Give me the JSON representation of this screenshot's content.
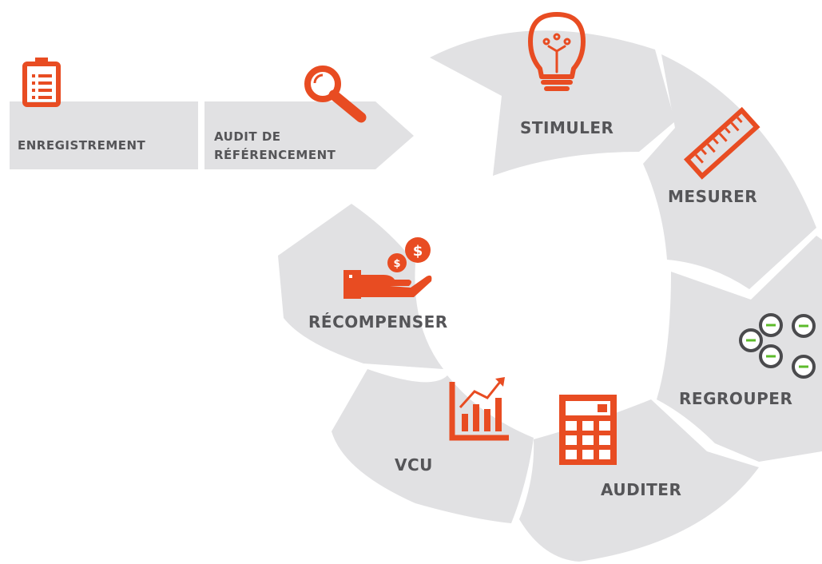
{
  "colors": {
    "segment_fill": "#e1e1e3",
    "icon_accent": "#e84c22",
    "label_text": "#555558",
    "background": "#ffffff"
  },
  "intro_steps": [
    {
      "label": "ENREGISTREMENT",
      "icon": "clipboard-icon"
    },
    {
      "label_line1": "AUDIT DE",
      "label_line2": "RÉFÉRENCEMENT",
      "icon": "magnifier-icon"
    }
  ],
  "cycle_steps": [
    {
      "label": "STIMULER",
      "icon": "lightbulb-icon"
    },
    {
      "label": "MESURER",
      "icon": "ruler-icon"
    },
    {
      "label": "REGROUPER",
      "icon": "groups-icon"
    },
    {
      "label": "AUDITER",
      "icon": "calculator-icon"
    },
    {
      "label": "VCU",
      "icon": "growth-chart-icon"
    },
    {
      "label": "RÉCOMPENSER",
      "icon": "reward-hand-icon"
    }
  ]
}
